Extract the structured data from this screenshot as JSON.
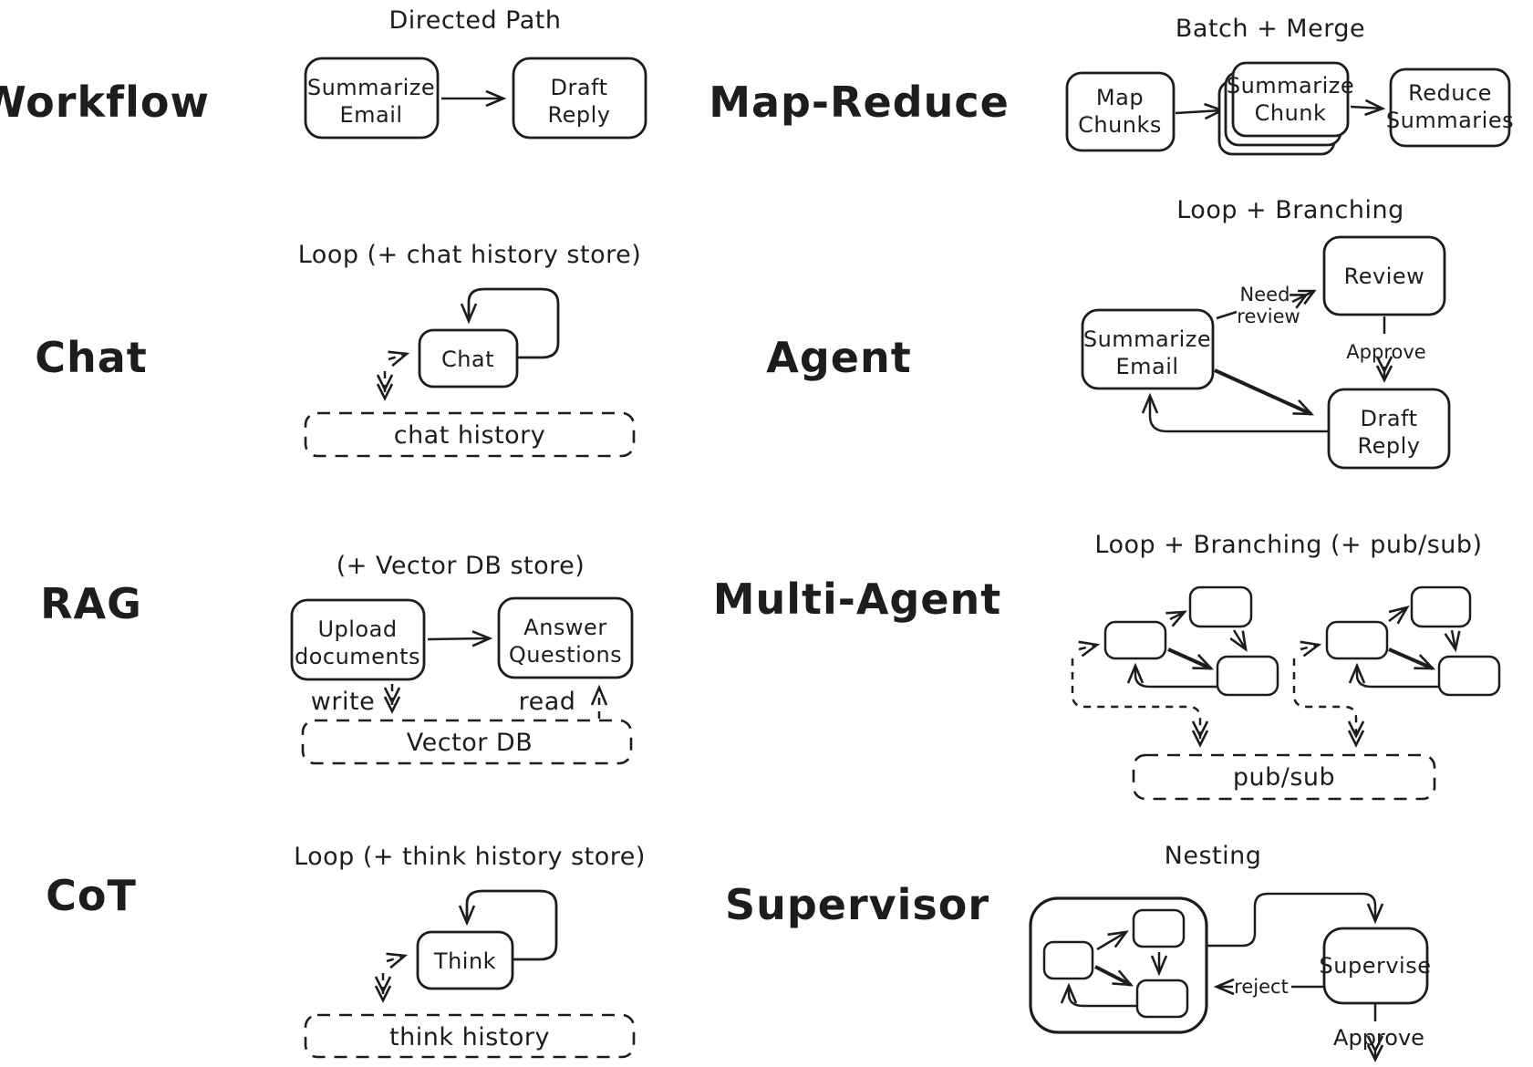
{
  "page": {
    "background": "#ffffff",
    "ink": "#1d1d1d"
  },
  "sections": {
    "workflow": {
      "label": "Workflow",
      "title": "Directed Path",
      "nodes": {
        "summarize_email": {
          "line1": "Summarize",
          "line2": "Email"
        },
        "draft_reply": {
          "line1": "Draft",
          "line2": "Reply"
        }
      }
    },
    "map_reduce": {
      "label": "Map-Reduce",
      "title": "Batch + Merge",
      "nodes": {
        "map_chunks": {
          "line1": "Map",
          "line2": "Chunks"
        },
        "summarize_chunk": {
          "line1": "Summarize",
          "line2": "Chunk"
        },
        "reduce_summaries": {
          "line1": "Reduce",
          "line2": "Summaries"
        }
      }
    },
    "chat": {
      "label": "Chat",
      "title": "Loop (+ chat history store)",
      "node": "Chat",
      "store": "chat history"
    },
    "agent": {
      "label": "Agent",
      "title": "Loop + Branching",
      "nodes": {
        "review": "Review",
        "summarize_email": {
          "line1": "Summarize",
          "line2": "Email"
        },
        "draft_reply": {
          "line1": "Draft",
          "line2": "Reply"
        }
      },
      "edges": {
        "need_line1": "Need",
        "need_line2": "review",
        "approve": "Approve"
      }
    },
    "rag": {
      "label": "RAG",
      "title": "(+ Vector DB store)",
      "nodes": {
        "upload": {
          "line1": "Upload",
          "line2": "documents"
        },
        "answer": {
          "line1": "Answer",
          "line2": "Questions"
        }
      },
      "edges": {
        "write": "write",
        "read": "read"
      },
      "store": "Vector DB"
    },
    "multi_agent": {
      "label": "Multi-Agent",
      "title": "Loop + Branching (+ pub/sub)",
      "store": "pub/sub"
    },
    "cot": {
      "label": "CoT",
      "title": "Loop (+ think history store)",
      "node": "Think",
      "store": "think history"
    },
    "supervisor": {
      "label": "Supervisor",
      "title": "Nesting",
      "nodes": {
        "supervise": "Supervise"
      },
      "edges": {
        "reject": "reject",
        "approve": "Approve"
      }
    }
  }
}
